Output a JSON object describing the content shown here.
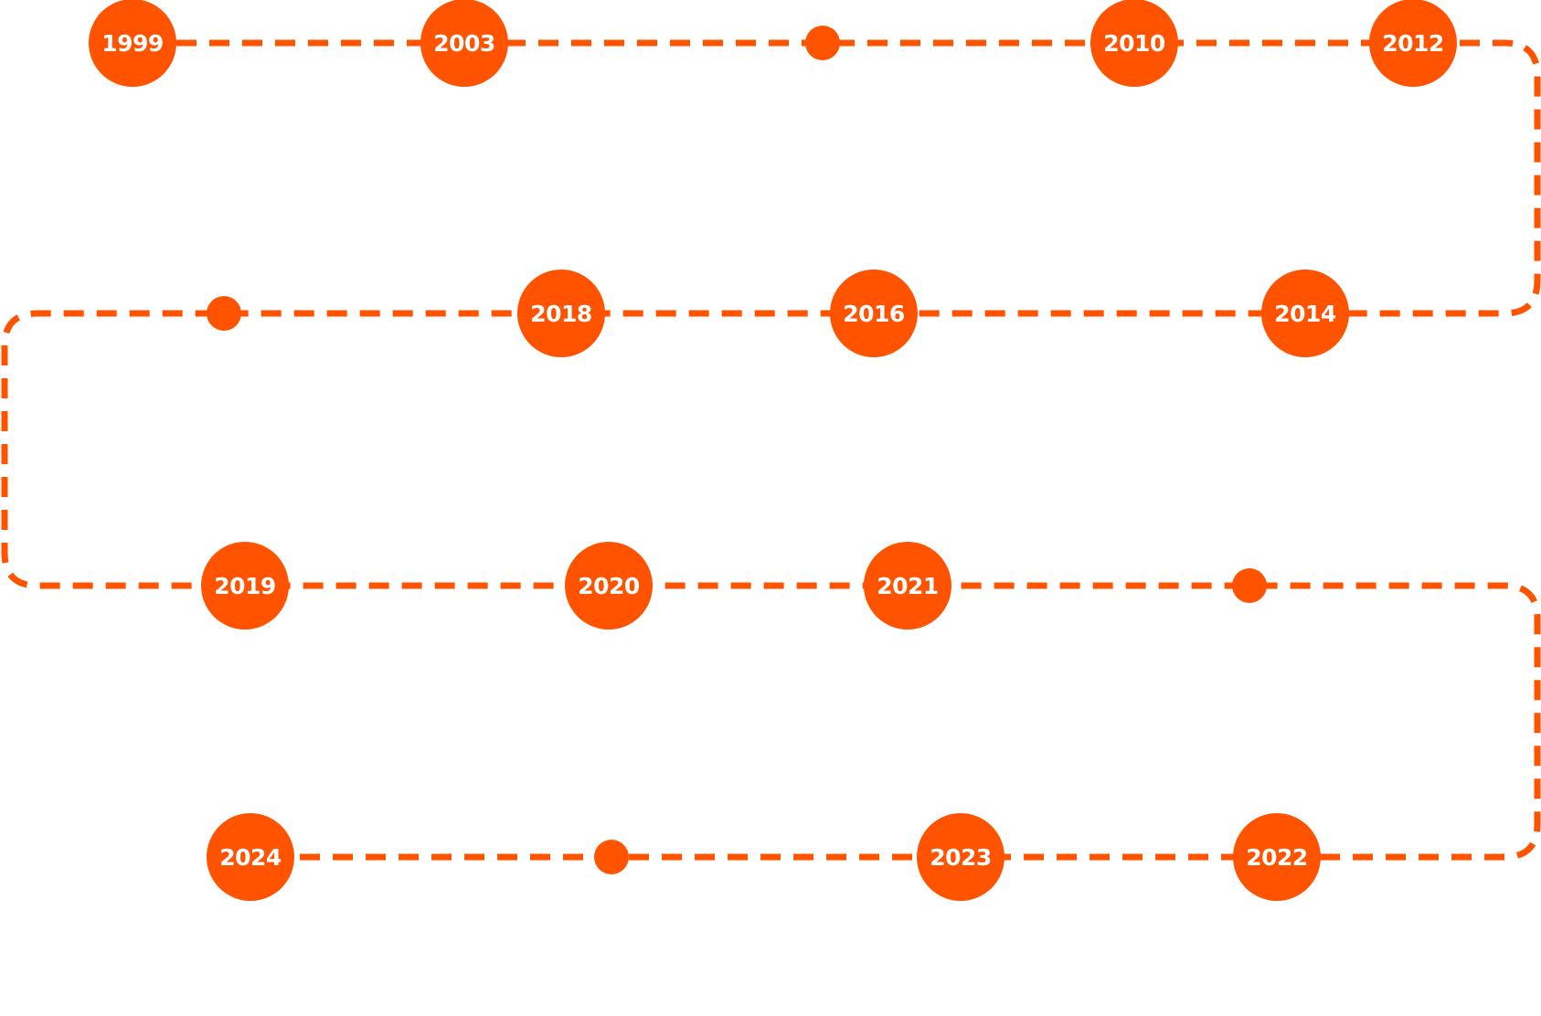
{
  "timeline": {
    "accent_color": "#FF5300",
    "label_color": "#FFFFFF",
    "rows": [
      {
        "direction": "left-to-right",
        "nodes": [
          {
            "type": "year",
            "label": "1999"
          },
          {
            "type": "year",
            "label": "2003"
          },
          {
            "type": "dot",
            "label": ""
          },
          {
            "type": "year",
            "label": "2010"
          },
          {
            "type": "year",
            "label": "2012"
          }
        ]
      },
      {
        "direction": "right-to-left",
        "nodes": [
          {
            "type": "dot",
            "label": ""
          },
          {
            "type": "year",
            "label": "2018"
          },
          {
            "type": "year",
            "label": "2016"
          },
          {
            "type": "year",
            "label": "2014"
          }
        ]
      },
      {
        "direction": "left-to-right",
        "nodes": [
          {
            "type": "year",
            "label": "2019"
          },
          {
            "type": "year",
            "label": "2020"
          },
          {
            "type": "year",
            "label": "2021"
          },
          {
            "type": "dot",
            "label": ""
          }
        ]
      },
      {
        "direction": "right-to-left",
        "nodes": [
          {
            "type": "year",
            "label": "2024"
          },
          {
            "type": "dot",
            "label": ""
          },
          {
            "type": "year",
            "label": "2023"
          },
          {
            "type": "year",
            "label": "2022"
          }
        ]
      }
    ]
  }
}
